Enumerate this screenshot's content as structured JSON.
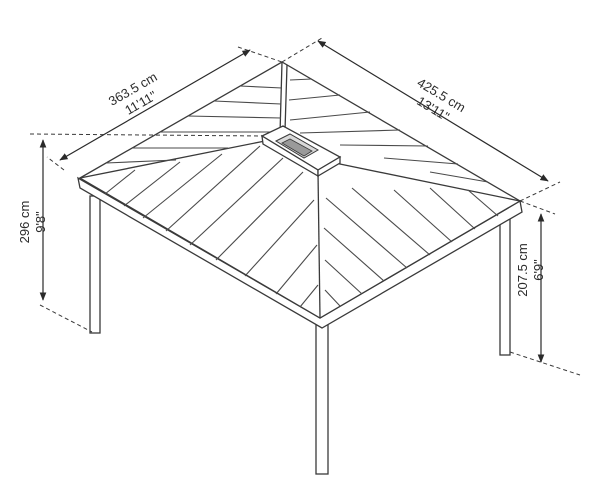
{
  "dimensions": {
    "width_top": {
      "metric": "363.5 cm",
      "imperial": "11'11\""
    },
    "length_top": {
      "metric": "425.5 cm",
      "imperial": "13'11\""
    },
    "total_height": {
      "metric": "296 cm",
      "imperial": "9'8\""
    },
    "eave_height": {
      "metric": "207.5 cm",
      "imperial": "6'9\""
    }
  }
}
